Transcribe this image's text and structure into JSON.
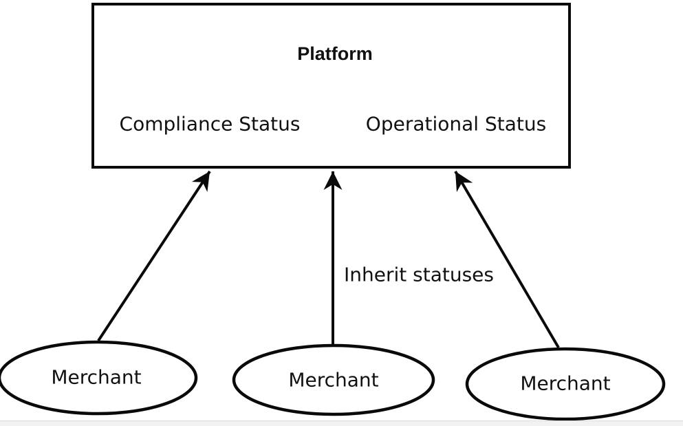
{
  "diagram": {
    "platform": {
      "title": "Platform",
      "compliance_label": "Compliance Status",
      "operational_label": "Operational Status"
    },
    "edge_label": "Inherit statuses",
    "merchants": [
      {
        "label": "Merchant"
      },
      {
        "label": "Merchant"
      },
      {
        "label": "Merchant"
      }
    ],
    "colors": {
      "stroke": "#0a0a0a",
      "text": "#111111",
      "background": "#ffffff",
      "footer_bar": "#f2f2f3",
      "footer_border": "#dcdcdc"
    }
  }
}
